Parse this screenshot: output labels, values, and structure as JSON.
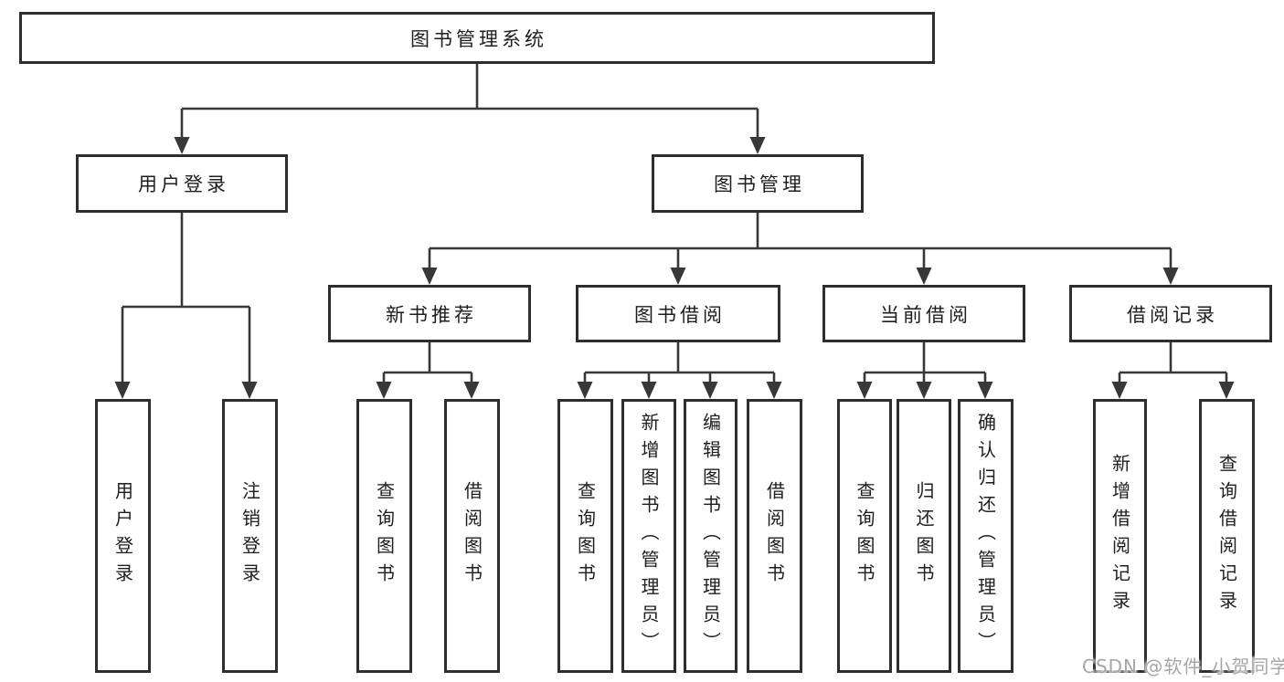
{
  "root": {
    "label": "图书管理系统"
  },
  "branches": [
    {
      "label": "用户登录",
      "children": [
        {
          "label": "用户登录"
        },
        {
          "label": "注销登录"
        }
      ]
    },
    {
      "label": "图书管理",
      "children": [
        {
          "label": "新书推荐",
          "children": [
            {
              "label": "查询图书"
            },
            {
              "label": "借阅图书"
            }
          ]
        },
        {
          "label": "图书借阅",
          "children": [
            {
              "label": "查询图书"
            },
            {
              "label": "新增图书（管理员）"
            },
            {
              "label": "编辑图书（管理员）"
            },
            {
              "label": "借阅图书"
            }
          ]
        },
        {
          "label": "当前借阅",
          "children": [
            {
              "label": "查询图书"
            },
            {
              "label": "归还图书"
            },
            {
              "label": "确认归还（管理员）"
            }
          ]
        },
        {
          "label": "借阅记录",
          "children": [
            {
              "label": "新增借阅记录"
            },
            {
              "label": "查询借阅记录"
            }
          ]
        }
      ]
    }
  ],
  "watermark": {
    "text": "CSDN @软件_小贺同学"
  },
  "colors": {
    "background": "#ffffff",
    "box_border": "#2d2d2d",
    "connector_line": "#383838",
    "text": "#1e1e1e",
    "watermark": "#a6a6a6"
  }
}
